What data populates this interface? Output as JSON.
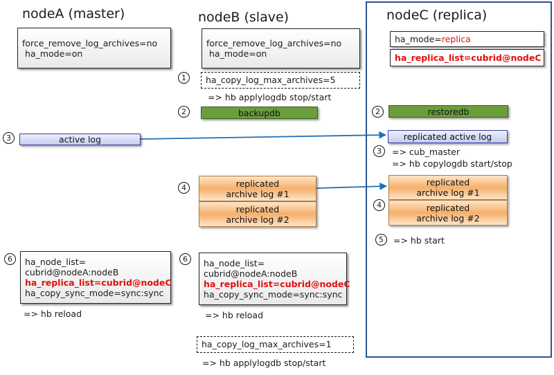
{
  "nodes": {
    "a_title": "nodeA (master)",
    "b_title": "nodeB (slave)",
    "c_title": "nodeC (replica)"
  },
  "nodeA": {
    "cfg_line1": "force_remove_log_archives=no",
    "cfg_line2": "ha_mode=on",
    "active_log": "active log",
    "step6": "6",
    "node_list_1": "ha_node_list=",
    "node_list_2": "cubrid@nodeA:nodeB",
    "replica_list": "ha_replica_list=cubrid@nodeC",
    "sync_mode": "ha_copy_sync_mode=sync:sync",
    "reload_cmd": "=> hb reload"
  },
  "nodeB": {
    "cfg_line1": "force_remove_log_archives=no",
    "cfg_line2": "ha_mode=on",
    "step1": "1",
    "max_archives_5": "ha_copy_log_max_archives=5",
    "applylog_cmd_1": "=> hb applylogdb stop/start",
    "step2": "2",
    "backupdb": "backupdb",
    "step3": "3",
    "step4": "4",
    "archive1_l1": "replicated",
    "archive1_l2": "archive  log #1",
    "archive2_l1": "replicated",
    "archive2_l2": "archive log #2",
    "step6": "6",
    "node_list_1": "ha_node_list=",
    "node_list_2": "cubrid@nodeA:nodeB",
    "replica_list": "ha_replica_list=cubrid@nodeC",
    "sync_mode": "ha_copy_sync_mode=sync:sync",
    "reload_cmd": "=> hb reload",
    "max_archives_1": "ha_copy_log_max_archives=1",
    "applylog_cmd_2": "=> hb applylogdb stop/start"
  },
  "nodeC": {
    "ha_mode_key": "ha_mode=",
    "ha_mode_val": "replica",
    "replica_list": "ha_replica_list=cubrid@nodeC",
    "step2": "2",
    "restoredb": "restoredb",
    "active_log": "replicated active log",
    "step3": "3",
    "cmd_cub_master": "=> cub_master",
    "cmd_copylog": "=> hb copylogdb start/stop",
    "step4": "4",
    "archive1_l1": "replicated",
    "archive1_l2": "archive  log #1",
    "archive2_l1": "replicated",
    "archive2_l2": "archive  log #2",
    "step5": "5",
    "cmd_hb_start": "=> hb start"
  },
  "colors": {
    "red_text": "#e01010",
    "arrow_blue": "#1f6fb4",
    "replica_border": "#2a5591",
    "green_box": "#6a9d3c"
  }
}
